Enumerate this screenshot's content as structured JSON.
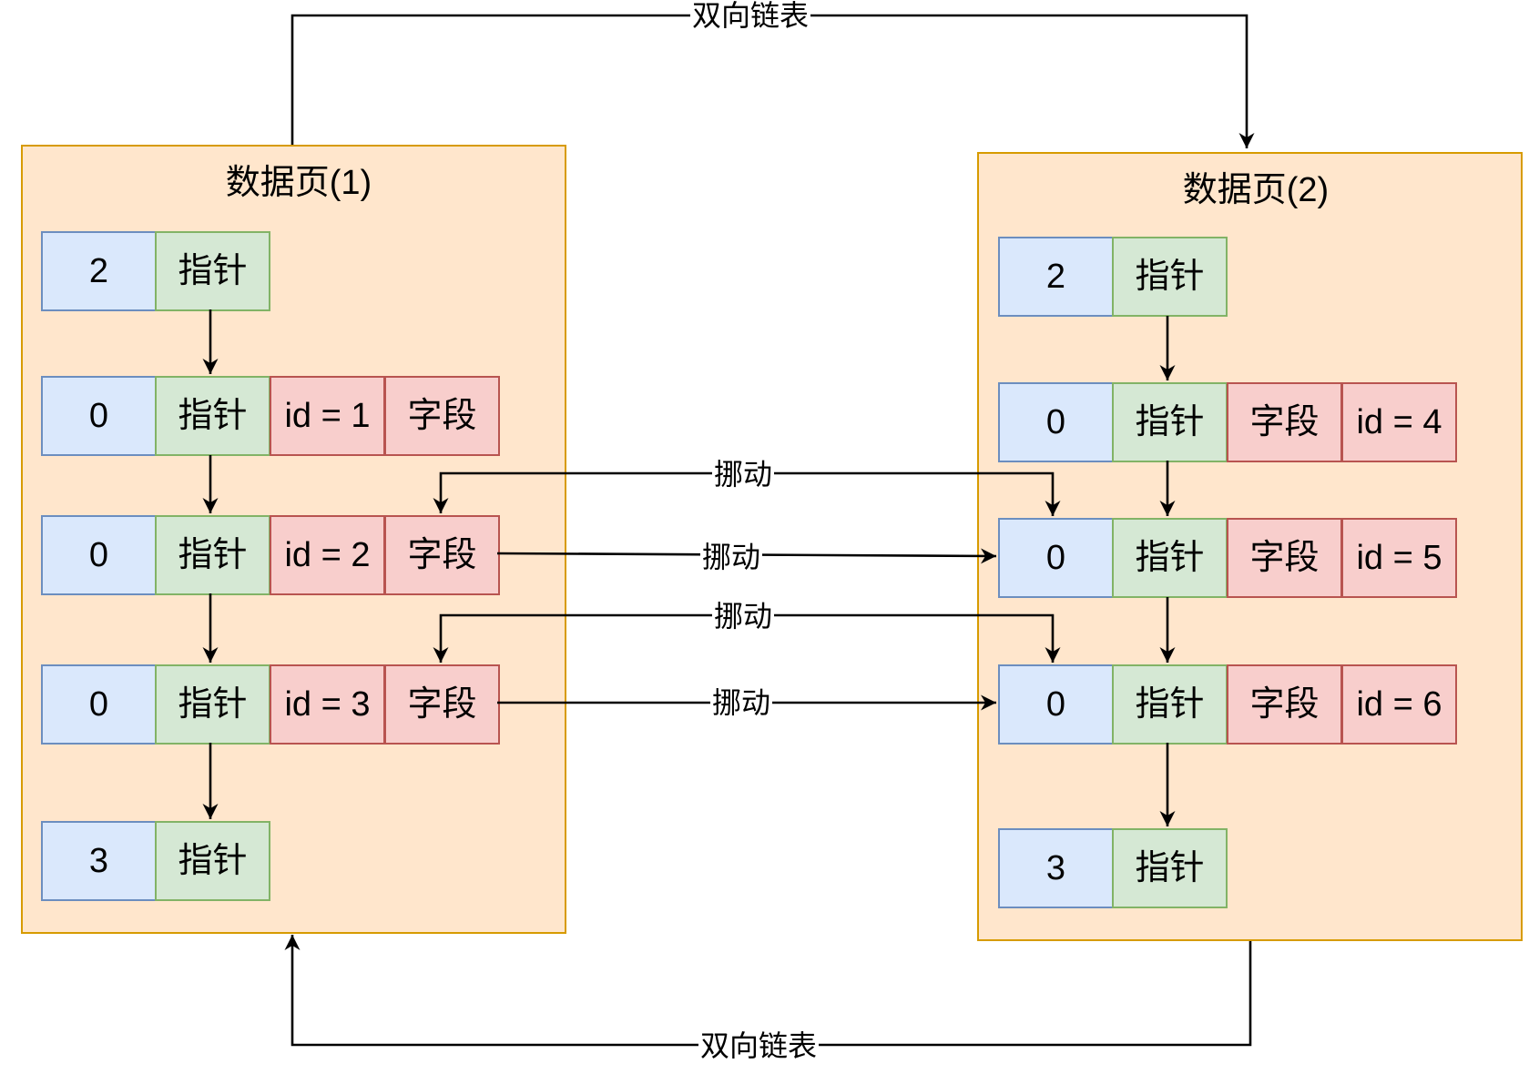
{
  "colors": {
    "page_fill": "#ffe6cc",
    "page_stroke": "#d79b00",
    "blue_fill": "#dae8fc",
    "blue_stroke": "#6c8ebf",
    "green_fill": "#d5e8d4",
    "green_stroke": "#82b366",
    "red_fill": "#f8cecc",
    "red_stroke": "#b85450",
    "arrow": "#000000"
  },
  "pages": [
    {
      "title": "数据页(1)",
      "rows": [
        [
          "2",
          "指针"
        ],
        [
          "0",
          "指针",
          "id = 1",
          "字段"
        ],
        [
          "0",
          "指针",
          "id = 2",
          "字段"
        ],
        [
          "0",
          "指针",
          "id = 3",
          "字段"
        ],
        [
          "3",
          "指针"
        ]
      ]
    },
    {
      "title": "数据页(2)",
      "rows": [
        [
          "2",
          "指针"
        ],
        [
          "0",
          "指针",
          "字段",
          "id = 4"
        ],
        [
          "0",
          "指针",
          "字段",
          "id = 5"
        ],
        [
          "0",
          "指针",
          "字段",
          "id = 6"
        ],
        [
          "3",
          "指针"
        ]
      ]
    }
  ],
  "links": {
    "top_label": "双向链表",
    "bottom_label": "双向链表"
  },
  "moves": [
    "挪动",
    "挪动",
    "挪动",
    "挪动"
  ]
}
